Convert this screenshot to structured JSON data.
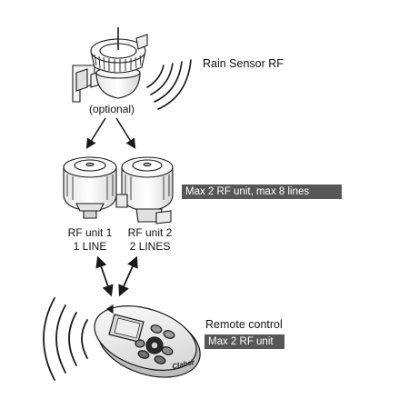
{
  "rain_sensor": {
    "label": "Rain Sensor RF",
    "optional_note": "(optional)"
  },
  "rf_units": {
    "capacity_tag": "Max 2 RF unit, max 8 lines",
    "unit1": {
      "name": "RF unit 1",
      "lines": "1 LINE"
    },
    "unit2": {
      "name": "RF unit 2",
      "lines": "2 LINES"
    }
  },
  "remote": {
    "label": "Remote control",
    "capacity_tag": "Max 2 RF unit",
    "brand": "Claber"
  },
  "colors": {
    "tag_background": "#575757",
    "tag_text": "#ffffff",
    "line_art": "#1a1a1a",
    "device_fill": "#f2f2f2",
    "screen_fill": "#d9d9d9"
  }
}
